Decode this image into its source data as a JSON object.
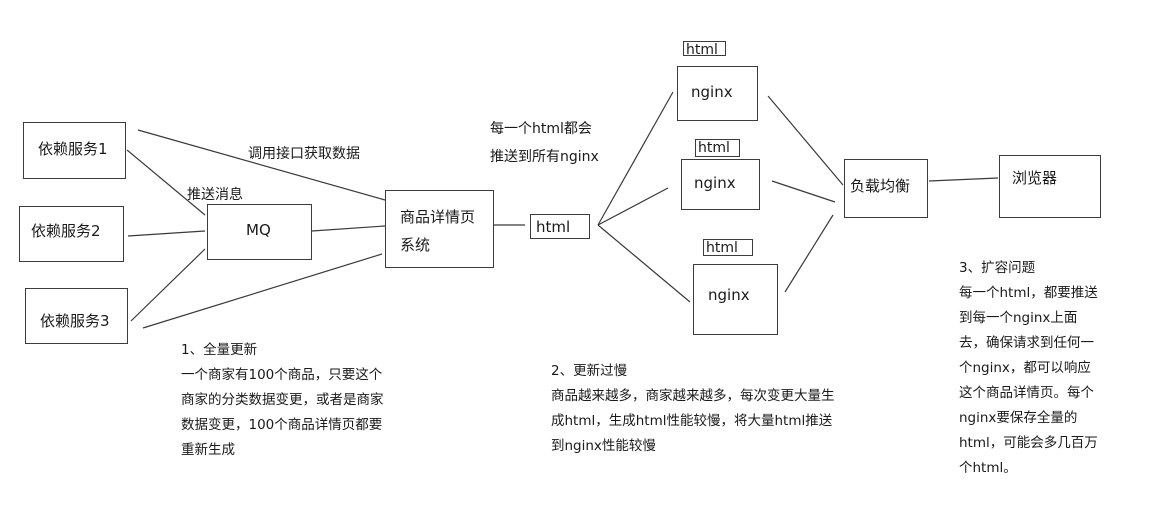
{
  "nodes": {
    "dep1": "依赖服务1",
    "dep2": "依赖服务2",
    "dep3": "依赖服务3",
    "mq": "MQ",
    "detail_line1": "商品详情页",
    "detail_line2": "系统",
    "html": "html",
    "nginx1": "nginx",
    "nginx2": "nginx",
    "nginx3": "nginx",
    "nginx1_tag": "html",
    "nginx2_tag": "html",
    "nginx3_tag": "html",
    "lb": "负载均衡",
    "browser": "浏览器"
  },
  "edge_labels": {
    "call_api": "调用接口获取数据",
    "push_msg": "推送消息",
    "push_all_line1": "每一个html都会",
    "push_all_line2": "推送到所有nginx"
  },
  "notes": {
    "note1": {
      "title": "1、全量更新",
      "lines": [
        "一个商家有100个商品，只要这个",
        "商家的分类数据变更，或者是商家",
        "数据变更，100个商品详情页都要",
        "重新生成"
      ]
    },
    "note2": {
      "title": "2、更新过慢",
      "lines": [
        "商品越来越多，商家越来越多，每次变更大量生",
        "成html，生成html性能较慢，将大量html推送",
        "到nginx性能较慢"
      ]
    },
    "note3": {
      "title": "3、扩容问题",
      "lines": [
        "每一个html，都要推送",
        "到每一个nginx上面",
        "去，确保请求到任何一",
        "个nginx，都可以响应",
        "这个商品详情页。每个",
        "nginx要保存全量的",
        "html，可能会多几百万",
        "个html。"
      ]
    }
  }
}
